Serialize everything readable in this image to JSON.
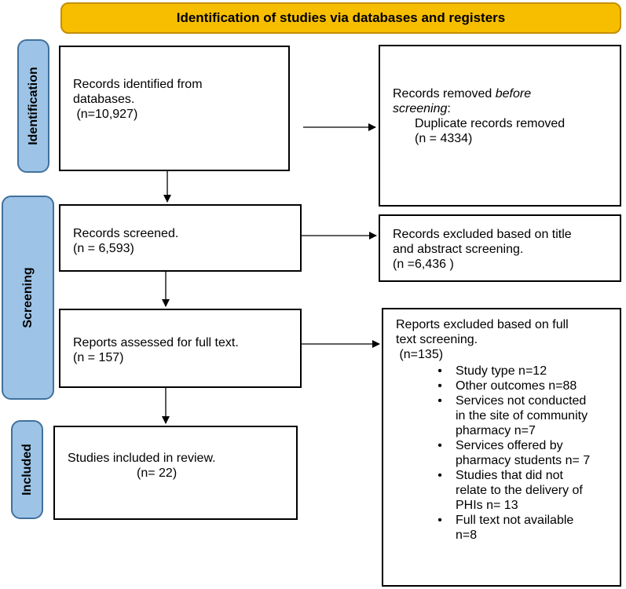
{
  "banner": {
    "title": "Identification of studies via databases and registers"
  },
  "phases": {
    "identification": "Identification",
    "screening": "Screening",
    "included": "Included"
  },
  "boxes": {
    "records_identified": {
      "line1": "Records identified from",
      "line2": "databases.",
      "line3": " (n=10,927)"
    },
    "records_removed": {
      "line1_prefix": "Records removed ",
      "line1_emph": "before",
      "line2_emph": "screening",
      "line2_suffix": ":",
      "line3": "Duplicate records removed",
      "line4": "(n = 4334)"
    },
    "records_screened": {
      "line1": "Records screened.",
      "line2": "(n = 6,593)"
    },
    "records_excluded": {
      "line1": "Records excluded based on title",
      "line2": "and abstract screening.",
      "line3": "(n =6,436 )"
    },
    "reports_assessed": {
      "line1": "Reports assessed for full text.",
      "line2": "(n = 157)"
    },
    "reports_excluded": {
      "line1": "Reports excluded based on full",
      "line2": "text screening.",
      "line3": " (n=135)",
      "items": [
        {
          "lines": [
            "Study type n=12"
          ]
        },
        {
          "lines": [
            "Other outcomes n=88"
          ]
        },
        {
          "lines": [
            "Services not conducted",
            "in the site of community",
            "pharmacy n=7"
          ]
        },
        {
          "lines": [
            "Services offered by",
            "pharmacy students n= 7"
          ]
        },
        {
          "lines": [
            "Studies that did not",
            "relate to the delivery of",
            "PHIs n= 13"
          ]
        },
        {
          "lines": [
            "Full text not available",
            "n=8"
          ]
        }
      ]
    },
    "studies_included": {
      "line1": "Studies included in review.",
      "line2": "(n= 22)"
    }
  },
  "colors": {
    "banner_fill": "#f7be00",
    "banner_border": "#c48e00",
    "phase_fill": "#9dc3e6",
    "phase_border": "#41719c"
  }
}
